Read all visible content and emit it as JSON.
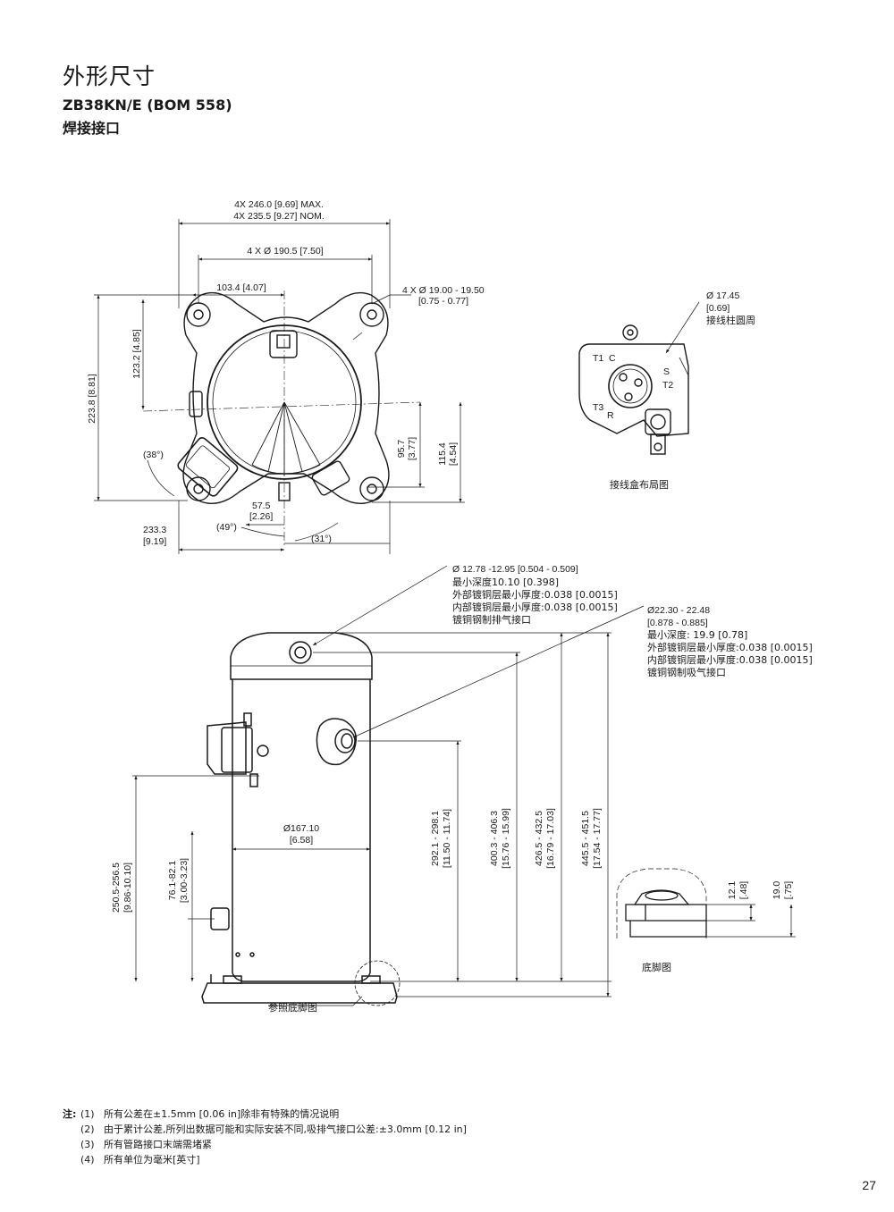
{
  "header": {
    "title": "外形尺寸",
    "model": "ZB38KN/E (BOM 558)",
    "connection": "焊接接口"
  },
  "top_view": {
    "dim_max": "4X 246.0 [9.69] MAX.",
    "dim_nom": "4X 235.5 [9.27] NOM.",
    "dim_bolt": "4 X Ø 190.5 [7.50]",
    "dim_1034": "103.4 [4.07]",
    "hole_mm": "4 X Ø 19.00 - 19.50",
    "hole_in": "[0.75 - 0.77]",
    "left_total": "223.8 [8.81]",
    "left_upper": "123.2 [4.85]",
    "angle_38": "(38°)",
    "angle_49": "(49°)",
    "angle_31": "(31°)",
    "dim_575": "57.5",
    "dim_575_in": "[2.26]",
    "dim_2333": "233.3",
    "dim_2333_in": "[9.19]",
    "dim_957": "95.7",
    "dim_957_in": "[3.77]",
    "dim_1154": "115.4",
    "dim_1154_in": "[4.54]"
  },
  "terminal_box": {
    "post_dia": "Ø 17.45",
    "post_dia_in": "[0.69]",
    "post_caption": "接线柱圆周",
    "t1": "T1",
    "c": "C",
    "s": "S",
    "t2": "T2",
    "t3": "T3",
    "r": "R",
    "caption": "接线盒布局图"
  },
  "side_view": {
    "discharge_1": "Ø 12.78 -12.95 [0.504 - 0.509]",
    "discharge_2": "最小深度10.10 [0.398]",
    "discharge_3": "外部镀铜层最小厚度:0.038 [0.0015]",
    "discharge_4": "内部镀铜层最小厚度:0.038 [0.0015]",
    "discharge_5": "镀铜钢制排气接口",
    "suction_1": "Ø22.30 - 22.48",
    "suction_2": "[0.878 - 0.885]",
    "suction_3": "最小深度: 19.9 [0.78]",
    "suction_4": "外部镀铜层最小厚度:0.038 [0.0015]",
    "suction_5": "内部镀铜层最小厚度:0.038 [0.0015]",
    "suction_6": "镀铜钢制吸气接口",
    "body_dia": "Ø167.10",
    "body_dia_in": "[6.58]",
    "h_2921": "292.1 - 298.1",
    "h_2921_in": "[11.50 - 11.74]",
    "h_4003": "400.3 - 406.3",
    "h_4003_in": "[15.76 - 15.99]",
    "h_4265": "426.5 - 432.5",
    "h_4265_in": "[16.79 - 17.03]",
    "h_4455": "445.5 - 451.5",
    "h_4455_in": "[17.54 - 17.77]",
    "h_2505": "250.5-256.5",
    "h_2505_in": "[9.86-10.10]",
    "h_761": "76.1-82.1",
    "h_761_in": "[3.00-3.23]",
    "ref_foot": "参照底脚图"
  },
  "foot_detail": {
    "d_121": "12.1",
    "d_121_in": "[.48]",
    "d_190": "19.0",
    "d_190_in": "[.75]",
    "caption": "底脚图"
  },
  "notes": {
    "label": "注:",
    "items": [
      {
        "num": "(1)",
        "text": "所有公差在±1.5mm [0.06 in]除非有特殊的情况说明"
      },
      {
        "num": "(2)",
        "text": "由于累计公差,所列出数据可能和实际安装不同,吸排气接口公差:±3.0mm [0.12 in]"
      },
      {
        "num": "(3)",
        "text": "所有管路接口末端需堵紧"
      },
      {
        "num": "(4)",
        "text": "所有单位为毫米[英寸]"
      }
    ]
  },
  "page_number": "27"
}
